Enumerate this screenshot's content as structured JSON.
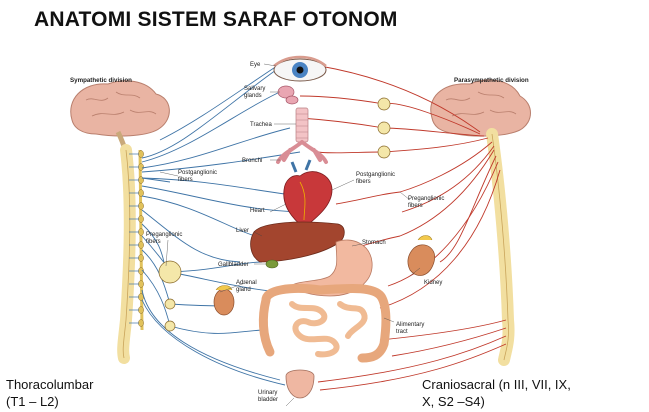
{
  "title": "ANATOMI SISTEM SARAF OTONOM",
  "divisions": {
    "sympathetic": "Sympathetic division",
    "parasympathetic": "Parasympathetic division"
  },
  "captions": {
    "left_line1": "Thoracolumbar",
    "left_line2": "(T1 – L2)",
    "right_line1": "Craniosacral (n III, VII, IX,",
    "right_line2": "X, S2 –S4)"
  },
  "organs": {
    "eye": "Eye",
    "salivary_line1": "Salivary",
    "salivary_line2": "glands",
    "trachea": "Trachea",
    "bronchi": "Bronchi",
    "heart": "Heart",
    "liver": "Liver",
    "gallbladder": "Gallbladder",
    "adrenal_line1": "Adrenal",
    "adrenal_line2": "gland",
    "stomach": "Stomach",
    "kidney": "Kidney",
    "alimentary_line1": "Alimentary",
    "alimentary_line2": "tract",
    "urinary_line1": "Urinary",
    "urinary_line2": "bladder"
  },
  "fibers": {
    "left_post_1": "Postganglionic",
    "left_post_2": "fibers",
    "left_pre_1": "Preganglionic",
    "left_pre_2": "fibers",
    "right_post_1": "Postganglionic",
    "right_post_2": "fibers",
    "right_pre_1": "Preganglionic",
    "right_pre_2": "fibers"
  },
  "colors": {
    "sympathetic_nerve": "#3f74a6",
    "parasympathetic_nerve": "#c0392b",
    "spinal_cord": "#f2dfa0",
    "brain": "#e9b4a3"
  }
}
